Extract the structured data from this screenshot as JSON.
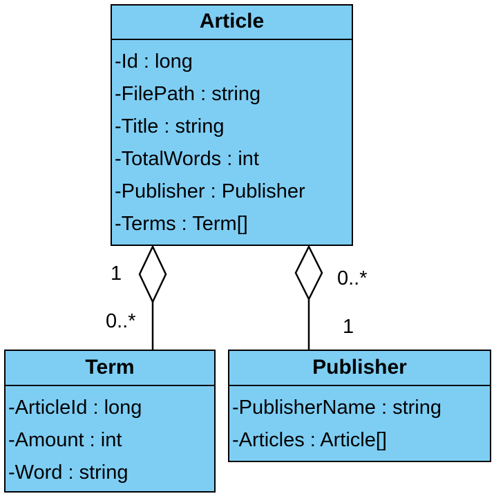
{
  "classes": {
    "article": {
      "name": "Article",
      "attributes": [
        "-Id : long",
        "-FilePath : string",
        "-Title : string",
        "-TotalWords : int",
        "-Publisher : Publisher",
        "-Terms : Term[]"
      ]
    },
    "term": {
      "name": "Term",
      "attributes": [
        "-ArticleId : long",
        "-Amount : int",
        "-Word : string"
      ]
    },
    "publisher": {
      "name": "Publisher",
      "attributes": [
        "-PublisherName : string",
        "-Articles : Article[]"
      ]
    }
  },
  "associations": {
    "article_term": {
      "kind": "aggregation",
      "article_end": "1",
      "term_end": "0..*"
    },
    "article_publisher": {
      "kind": "aggregation",
      "article_end": "0..*",
      "publisher_end": "1"
    }
  },
  "colors": {
    "class_fill": "#7ecef4",
    "stroke": "#000000"
  }
}
